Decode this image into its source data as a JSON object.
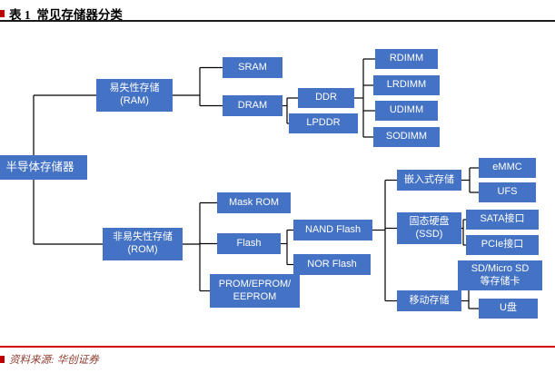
{
  "title": "表 1  常见存储器分类",
  "source": "资料来源: 华创证券",
  "colors": {
    "node_fill": "#4472c4",
    "node_text": "#ffffff",
    "connector": "#000000",
    "title_rule": "#1a1a1a",
    "source_rule": "#d40000",
    "bullet": "#c00000",
    "source_text": "#8e3b2e",
    "title_text": "#000000"
  },
  "nodes": {
    "root": "半导体存储器",
    "ram": "易失性存储\n(RAM)",
    "rom": "非易失性存储\n(ROM)",
    "sram": "SRAM",
    "dram": "DRAM",
    "ddr": "DDR",
    "lpddr": "LPDDR",
    "rdimm": "RDIMM",
    "lrdimm": "LRDIMM",
    "udimm": "UDIMM",
    "sodimm": "SODIMM",
    "mask_rom": "Mask ROM",
    "flash": "Flash",
    "prom": "PROM/EPROM/\nEEPROM",
    "nand_flash": "NAND Flash",
    "nor_flash": "NOR Flash",
    "embedded": "嵌入式存储",
    "ssd": "固态硬盘\n(SSD)",
    "mobile": "移动存储",
    "emmc": "eMMC",
    "ufs": "UFS",
    "sata": "SATA接口",
    "pcie": "PCIe接口",
    "sd_card": "SD/Micro SD\n等存储卡",
    "usb_drive": "U盘"
  }
}
